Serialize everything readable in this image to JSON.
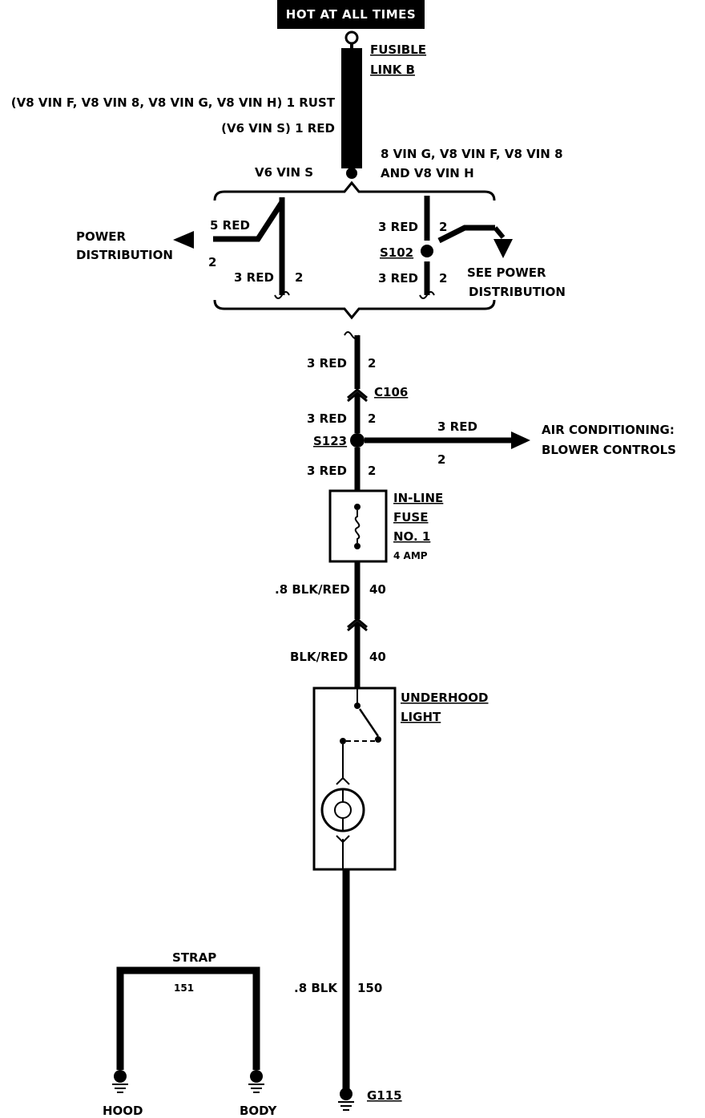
{
  "header": {
    "hot_label": "HOT AT ALL TIMES"
  },
  "fusible_link": {
    "line1": "FUSIBLE",
    "line2": "LINK B",
    "wire_v8": "(V8 VIN F, V8 VIN 8, V8 VIN G, V8 VIN H) 1 RUST",
    "wire_v6": "(V6 VIN S) 1 RED"
  },
  "branches": {
    "left_title": "V6 VIN S",
    "right_title_1": "8 VIN G, V8 VIN F, V8 VIN 8",
    "right_title_2": "AND V8 VIN H",
    "left_top_wire": "5 RED",
    "left_top_gauge": "2",
    "left_bottom_wire": "3 RED",
    "left_bottom_gauge": "2",
    "power_dist_1": "POWER",
    "power_dist_2": "DISTRIBUTION",
    "right_top_wire": "3 RED",
    "right_top_gauge": "2",
    "splice_s102": "S102",
    "right_bottom_wire": "3 RED",
    "right_bottom_gauge": "2",
    "see_power_1": "SEE POWER",
    "see_power_2": "DISTRIBUTION"
  },
  "main_wire": {
    "seg1_wire": "3 RED",
    "seg1_gauge": "2",
    "connector_c106": "C106",
    "seg2_wire": "3 RED",
    "seg2_gauge": "2",
    "splice_s123": "S123",
    "ac_wire": "3 RED",
    "ac_gauge": "2",
    "ac_label_1": "AIR CONDITIONING:",
    "ac_label_2": "BLOWER CONTROLS",
    "seg3_wire": "3 RED",
    "seg3_gauge": "2"
  },
  "fuse": {
    "line1": "IN-LINE",
    "line2": "FUSE",
    "line3": "NO. 1",
    "rating": "4 AMP",
    "out_wire": ".8 BLK/RED",
    "out_gauge": "40",
    "after_conn_wire": "BLK/RED",
    "after_conn_gauge": "40"
  },
  "light": {
    "line1": "UNDERHOOD",
    "line2": "LIGHT"
  },
  "ground": {
    "wire": ".8 BLK",
    "gauge": "150",
    "id": "G115",
    "strap_label": "STRAP",
    "strap_gauge": "151",
    "hood_label": "HOOD",
    "body_label": "BODY"
  }
}
